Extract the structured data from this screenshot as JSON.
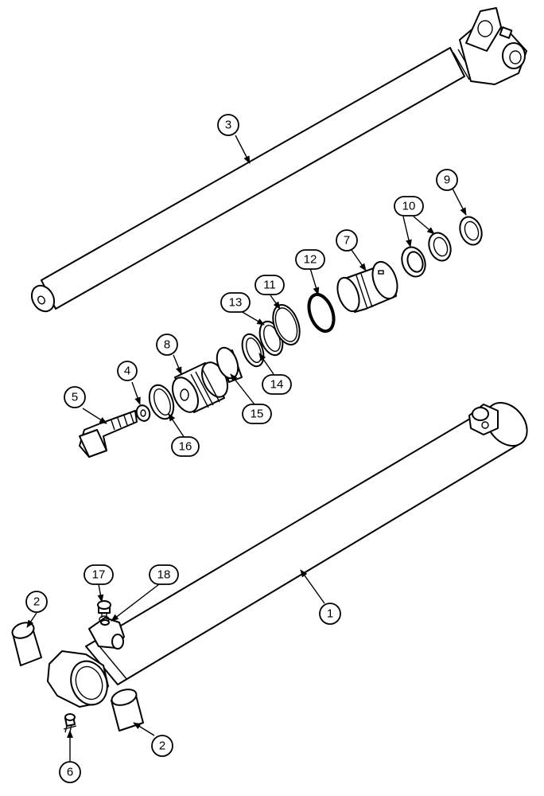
{
  "callouts": {
    "c1": "1",
    "c2a": "2",
    "c2b": "2",
    "c3": "3",
    "c4": "4",
    "c5": "5",
    "c6": "6",
    "c7": "7",
    "c8": "8",
    "c9": "9",
    "c10": "10",
    "c11": "11",
    "c12": "12",
    "c13": "13",
    "c14": "14",
    "c15": "15",
    "c16": "16",
    "c17": "17",
    "c18": "18"
  }
}
